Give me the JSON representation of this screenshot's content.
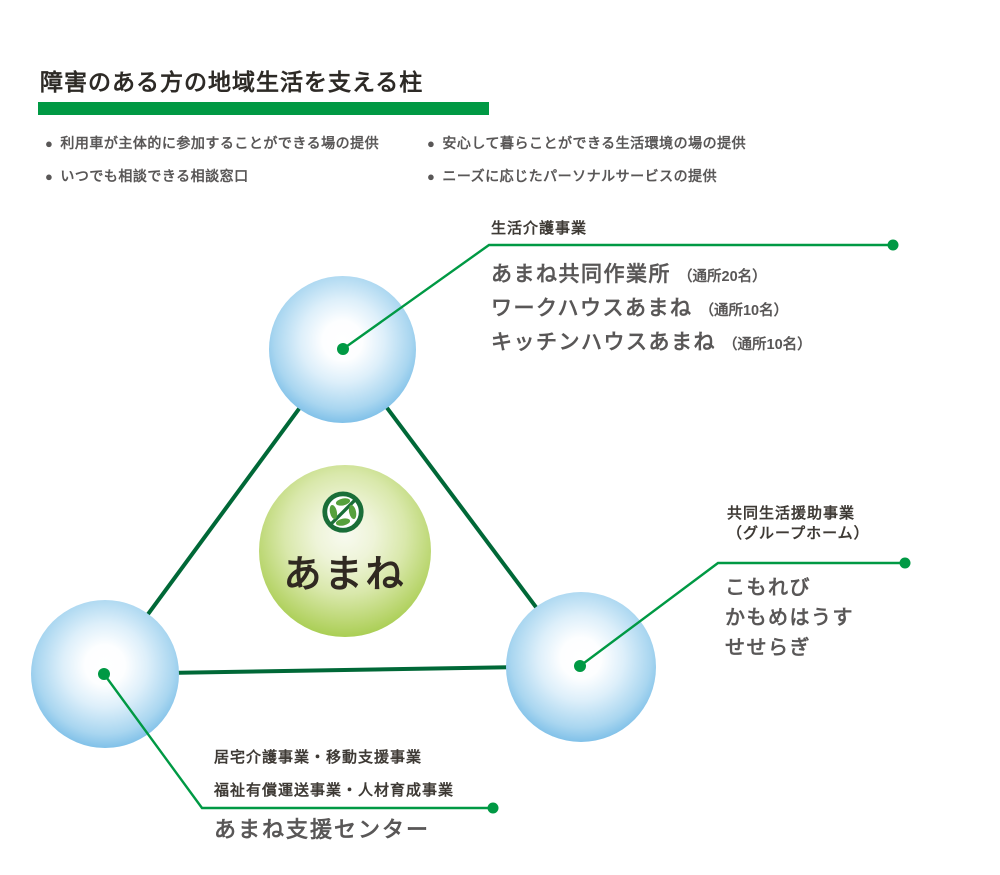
{
  "page": {
    "title": "障害のある方の地域生活を支える柱"
  },
  "ui": {
    "bullet_glyph": "●"
  },
  "bullets": [
    "利用車が主体的に参加することができる場の提供",
    "安心して暮らことができる生活環境の場の提供",
    "いつでも相談できる相談窓口",
    "ニーズに応じたパーソナルサービスの提供"
  ],
  "center": {
    "name": "あまね"
  },
  "nodes": {
    "care": {
      "label": "生活介護事業",
      "items": [
        {
          "name": "あまね共同作業所",
          "note": "（通所20名）"
        },
        {
          "name": "ワークハウスあまね",
          "note": "（通所10名）"
        },
        {
          "name": "キッチンハウスあまね",
          "note": "（通所10名）"
        }
      ]
    },
    "group": {
      "label1": "共同生活援助事業",
      "label2": "（グループホーム）",
      "items": [
        "こもれび",
        "かもめはうす",
        "せせらぎ"
      ]
    },
    "support": {
      "label1": "居宅介護事業・移動支援事業",
      "label2": "福祉有償運送事業・人材育成事業",
      "name": "あまね支援センター"
    }
  },
  "colors": {
    "accent_green": "#009944",
    "dark_green": "#006837",
    "text_gray": "#595757",
    "label_dark": "#3e3a35",
    "node_blue": "#4aa2d9",
    "center_green": "#8abc25"
  }
}
